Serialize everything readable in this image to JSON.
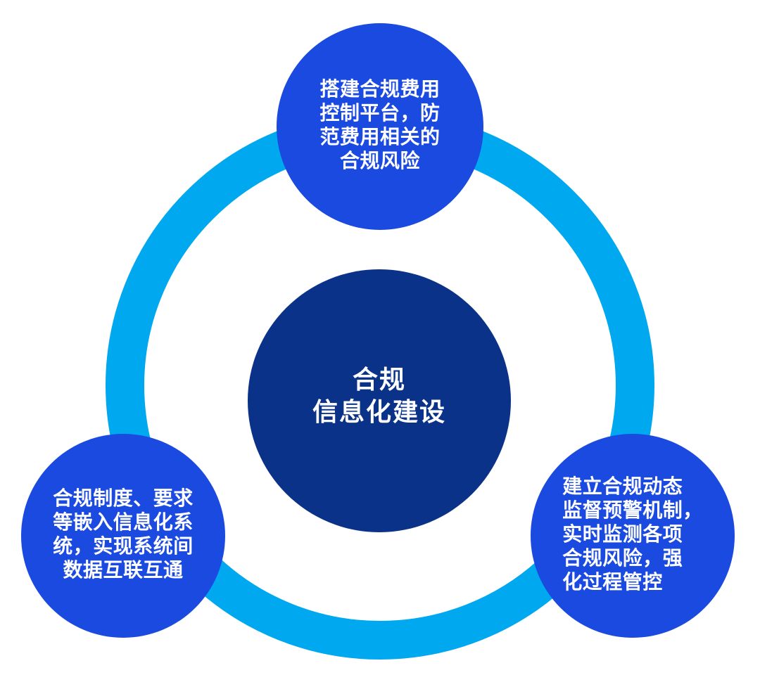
{
  "colors": {
    "ring": "#00A9EF",
    "satellite": "#1B4AE0",
    "hub": "#0B3289",
    "text": "#FFFFFF",
    "background": "#FFFFFF"
  },
  "hub": {
    "text": "合规\n信息化建设"
  },
  "nodes": [
    {
      "id": "top",
      "text": "搭建合规费用\n控制平台，防\n范费用相关的\n合规风险"
    },
    {
      "id": "left",
      "text": "合规制度、要求\n等嵌入信息化系\n统，实现系统间\n数据互联互通"
    },
    {
      "id": "right",
      "text": "建立合规动态\n监督预警机制，\n实时监测各项\n合规风险，强\n化过程管控"
    }
  ]
}
